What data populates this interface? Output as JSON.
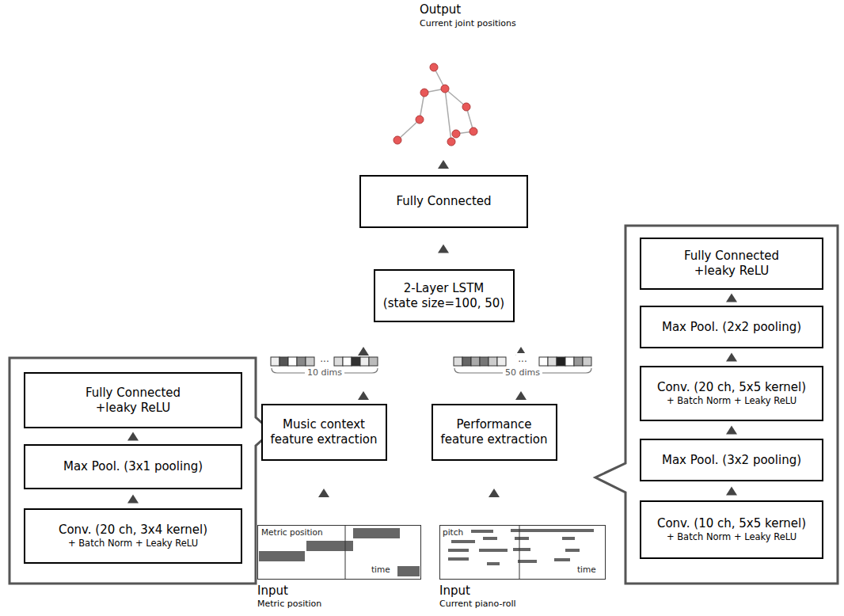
{
  "diagram": {
    "nodes": [
      {
        "text": [
          "Fully Connected"
        ]
      },
      {
        "text": [
          "2-Layer LSTM (state size=100, 50)"
        ]
      },
      {
        "text": [
          "Music context feature extraction"
        ]
      },
      {
        "text": [
          "Performance feature extraction"
        ]
      },
      {
        "text": [
          "Metric position",
          "time"
        ]
      },
      {
        "text": [
          "pitch",
          "time"
        ]
      },
      {
        "text": [
          "Fully Connected +leaky ReLU"
        ]
      },
      {
        "text": [
          "Max Pool. (3x1 pooling)"
        ]
      },
      {
        "text": [
          "Conv. (20 ch, 3x4 kernel)",
          "+ Batch Norm + Leaky ReLU"
        ]
      },
      {
        "text": [
          "Fully Connected +leaky ReLU"
        ]
      },
      {
        "text": [
          "Max Pool. (2x2 pooling)"
        ]
      },
      {
        "text": [
          "Conv. (20 ch, 5x5 kernel)",
          "+ Batch Norm + Leaky ReLU"
        ]
      },
      {
        "text": [
          "Max Pool. (3x2 pooling)"
        ]
      },
      {
        "text": [
          "Conv. (10 ch, 5x5 kernel)",
          "+ Batch Norm + Leaky ReLU"
        ]
      }
    ],
    "edges": [
      {
        "from": 1,
        "to": 0,
        "arrow": "to"
      },
      {
        "from": 2,
        "to": 1,
        "arrow": "to"
      },
      {
        "from": 3,
        "to": 1,
        "arrow": "to"
      },
      {
        "from": 4,
        "to": 2,
        "arrow": "to"
      },
      {
        "from": 5,
        "to": 3,
        "arrow": "to"
      },
      {
        "from": 8,
        "to": 7,
        "arrow": "to"
      },
      {
        "from": 7,
        "to": 6,
        "arrow": "to"
      },
      {
        "from": 13,
        "to": 12,
        "arrow": "to"
      },
      {
        "from": 12,
        "to": 11,
        "arrow": "to"
      },
      {
        "from": 11,
        "to": 10,
        "arrow": "to"
      },
      {
        "from": 10,
        "to": 9,
        "arrow": "to"
      }
    ],
    "labels": [
      "Output",
      "Current joint positions",
      "10 dims",
      "...",
      "50 dims",
      "...",
      "Input",
      "Metric position",
      "Input",
      "Current piano-roll"
    ]
  }
}
